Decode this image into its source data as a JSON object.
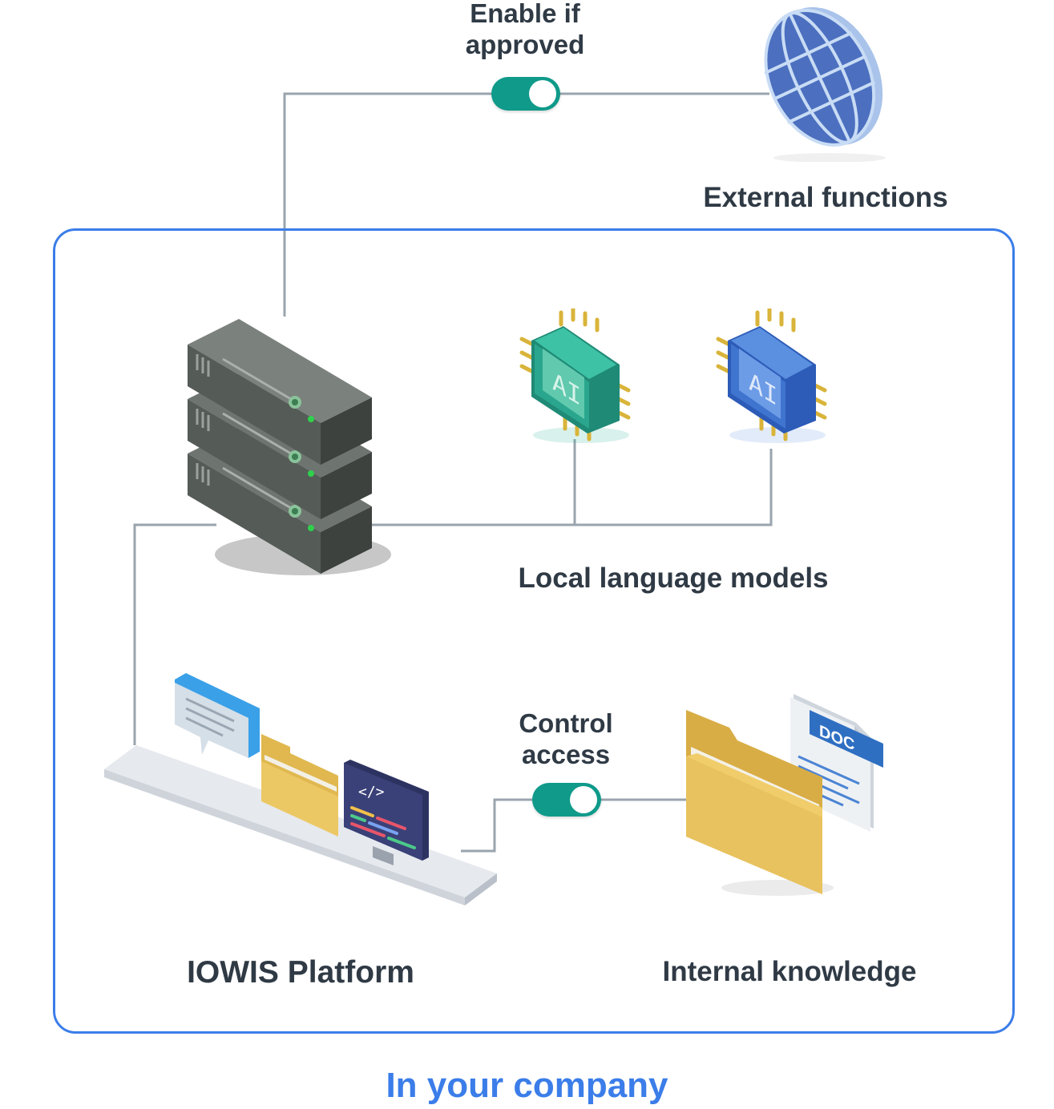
{
  "toggles": {
    "external": {
      "label": "Enable if\napproved",
      "state": "on"
    },
    "internal": {
      "label": "Control\naccess",
      "state": "on"
    }
  },
  "nodes": {
    "external_functions": {
      "label": "External functions",
      "icon": "globe-icon"
    },
    "server": {
      "icon": "server-rack-icon"
    },
    "local_models": {
      "label": "Local language models",
      "chip_text": "AI",
      "icons": [
        "ai-chip-green-icon",
        "ai-chip-blue-icon"
      ]
    },
    "platform": {
      "label": "IOWIS Platform",
      "icons": [
        "chat-bubble-icon",
        "folder-icon",
        "code-monitor-icon"
      ]
    },
    "internal_knowledge": {
      "label": "Internal knowledge",
      "doc_tag": "DOC",
      "icons": [
        "folder-icon",
        "document-icon"
      ]
    }
  },
  "boundary": {
    "label": "In your company"
  },
  "colors": {
    "accent_blue": "#3b7de9",
    "toggle_teal": "#0f9a8a",
    "connector_gray": "#9aa4ad",
    "text_dark": "#2f3a45"
  }
}
